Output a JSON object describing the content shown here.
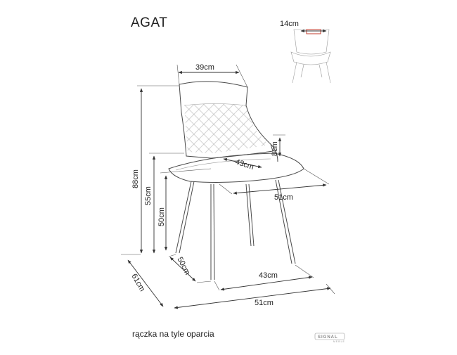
{
  "product": {
    "name": "AGAT",
    "caption": "rączka na tyle oparcia",
    "brand": "SIGNAL",
    "brand_sub": "MEBLE"
  },
  "dimensions": {
    "handle_width": "14cm",
    "seat_back_width": "39cm",
    "seat_depth_diag": "43cm",
    "armrest_height": "8cm",
    "total_height": "88cm",
    "armrest_top_height": "55cm",
    "seat_height": "50cm",
    "seat_width": "51cm",
    "leg_depth": "50cm",
    "leg_width": "43cm",
    "total_depth": "61cm",
    "total_width": "51cm"
  },
  "colors": {
    "accent": "#c0392b",
    "line": "#333333"
  }
}
